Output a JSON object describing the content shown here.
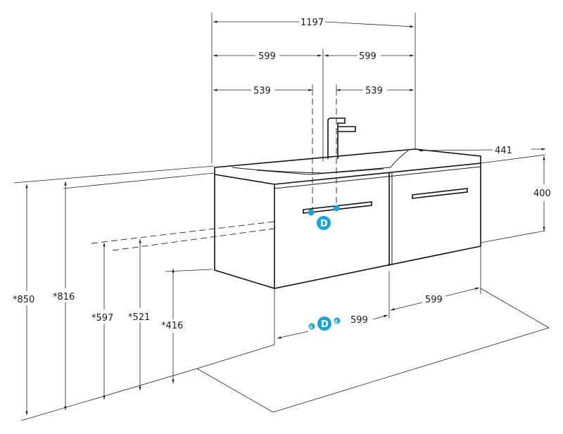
{
  "colors": {
    "line": "#1a1a1a",
    "marker": "#1aa3d6",
    "marker_text": "#ffffff"
  },
  "dimensions": {
    "total_width": "1197",
    "half_left": "599",
    "half_right": "599",
    "inner_left": "539",
    "inner_right": "539",
    "depth": "441",
    "body_height": "400",
    "floor_right": "599",
    "floor_left": "599",
    "h_850": "*850",
    "h_816": "*816",
    "h_597": "*597",
    "h_521": "*521",
    "h_416": "*416"
  },
  "markers": {
    "drain": "D",
    "floor_drain": "D",
    "cold": "c",
    "hot": "c"
  }
}
